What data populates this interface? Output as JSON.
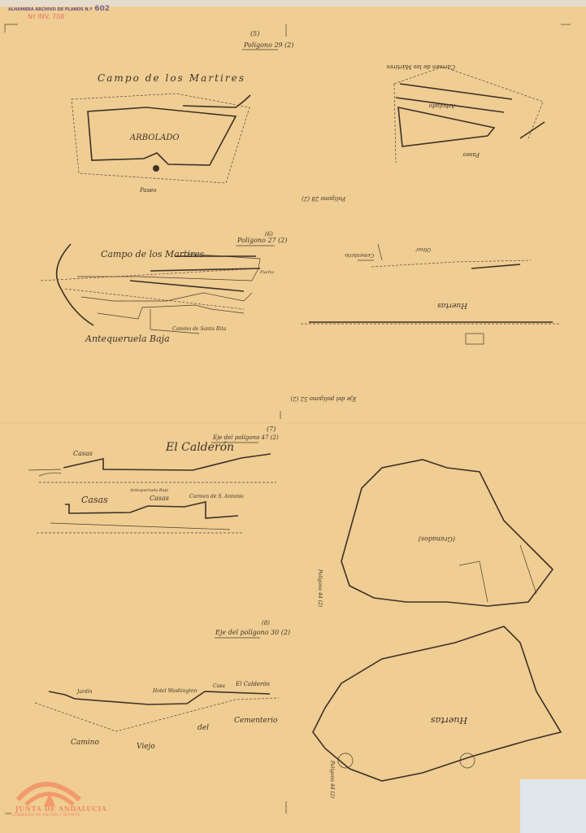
{
  "stamps": {
    "archive": "ALHAMBRA ARCHIVO DE PLANOS N.º",
    "archive_number": "602",
    "inventory": "Nº INV. 708"
  },
  "logo": {
    "name": "JUNTA DE ANDALUCIA",
    "subtitle": "CONSEJERÍA DE CULTURA Y DEPORTE"
  },
  "panels": {
    "p5": {
      "number": "(5)",
      "polygon": "Polígono 29 (2)",
      "title": "Campo de los Martires",
      "area": "ARBOLADO",
      "paseo": "Paseo"
    },
    "p6": {
      "number": "(6)",
      "polygon": "Polígono 27 (2)",
      "title": "Campo de los Martires",
      "place1": "Antequeruela Baja",
      "place2": "Camino de Santa Rita",
      "place3": "Puerta"
    },
    "p7": {
      "number": "(7)",
      "polygon": "Eje del polígono 47 (2)",
      "title": "El Calderón",
      "label1": "Casas",
      "label2": "Casas",
      "label3": "Antequeruela Baja",
      "label4": "Carmen de S. Antonio"
    },
    "p8": {
      "number": "(8)",
      "polygon": "Eje del polígono 30 (2)",
      "labels": [
        "Camino",
        "Viejo",
        "del",
        "Cementerio"
      ],
      "hotel": "Hotel Washington",
      "calderon": "El Calderón",
      "casa": "Casa",
      "jardin": "Jardín"
    },
    "r1": {
      "polygon": "Polígono 28 (2)",
      "label1": "Arbolado",
      "label2": "Paseo",
      "label3": "Carmen de los Mártires"
    },
    "r2": {
      "polygon": "Eje del polígono 52 (2)",
      "label1": "Huertas",
      "label2": "Olivar",
      "label3": "Cementerio"
    },
    "r3": {
      "polygon": "Polígono 44 (2)",
      "label1": "(Granados)"
    },
    "r4": {
      "polygon": "Polígono 44 (2)",
      "label1": "Huertas"
    }
  }
}
